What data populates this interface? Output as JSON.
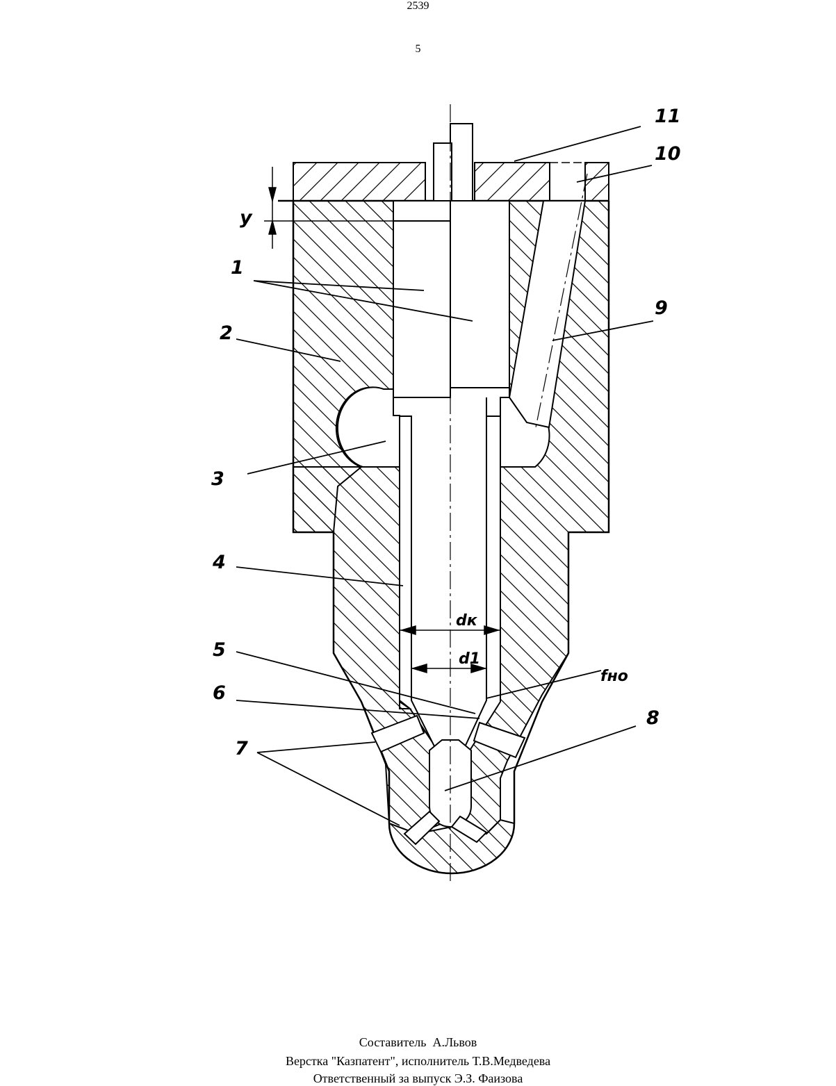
{
  "header": {
    "doc_number": "2539",
    "page_number": "5"
  },
  "figure": {
    "callouts": {
      "c1": "1",
      "c2": "2",
      "c3": "3",
      "c4": "4",
      "c5": "5",
      "c6": "6",
      "c7": "7",
      "c8": "8",
      "c9": "9",
      "c10": "10",
      "c11": "11",
      "y": "y",
      "dk": "dк",
      "d1": "d1",
      "fno": "fно"
    }
  },
  "footer": {
    "compiler": "Составитель  А.Львов",
    "layout": "Верстка \"Казпатент\", исполнитель Т.В.Медведева",
    "responsible": "Ответственный за выпуск Э.З. Фаизова"
  }
}
